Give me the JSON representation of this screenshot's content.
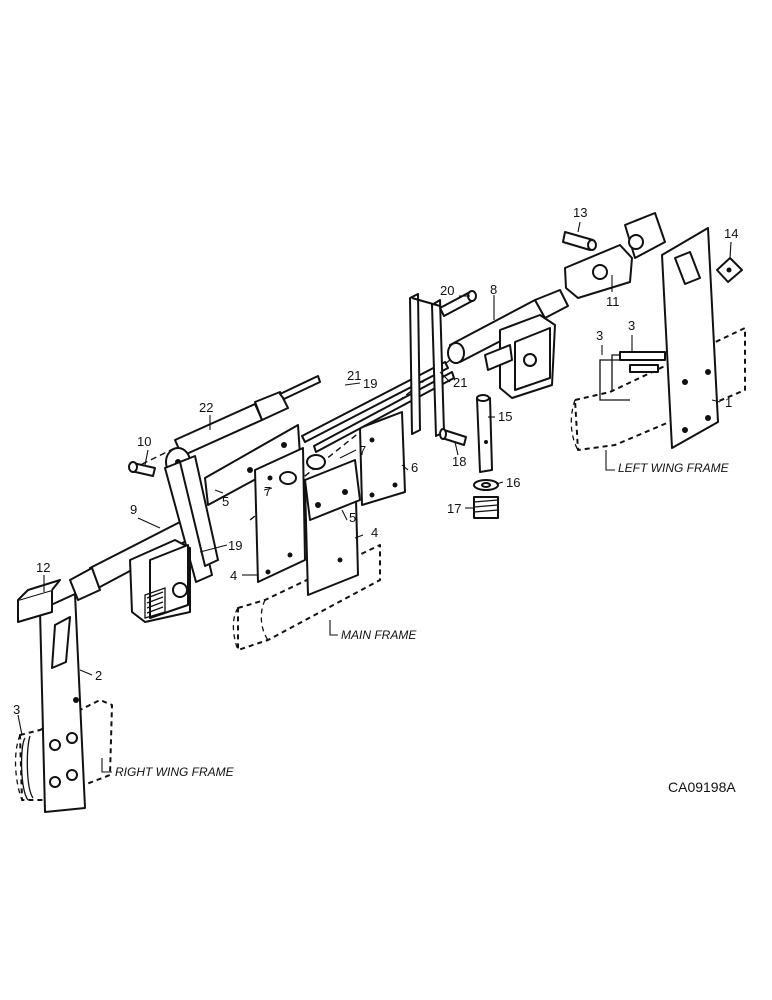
{
  "drawing_code": "CA09198A",
  "frames": {
    "left": "LEFT WING FRAME",
    "main": "MAIN FRAME",
    "right": "RIGHT WING FRAME"
  },
  "callouts": {
    "c1": "1",
    "c2": "2",
    "c3a": "3",
    "c3b": "3",
    "c3c": "3",
    "c4a": "4",
    "c4b": "4",
    "c5a": "5",
    "c5b": "5",
    "c6": "6",
    "c7a": "7",
    "c7b": "7",
    "c8": "8",
    "c9": "9",
    "c10": "10",
    "c11": "11",
    "c12": "12",
    "c13": "13",
    "c14": "14",
    "c15": "15",
    "c16": "16",
    "c17": "17",
    "c18": "18",
    "c19a": "19",
    "c19b": "19",
    "c20": "20",
    "c21a": "21",
    "c21b": "21",
    "c22": "22"
  }
}
